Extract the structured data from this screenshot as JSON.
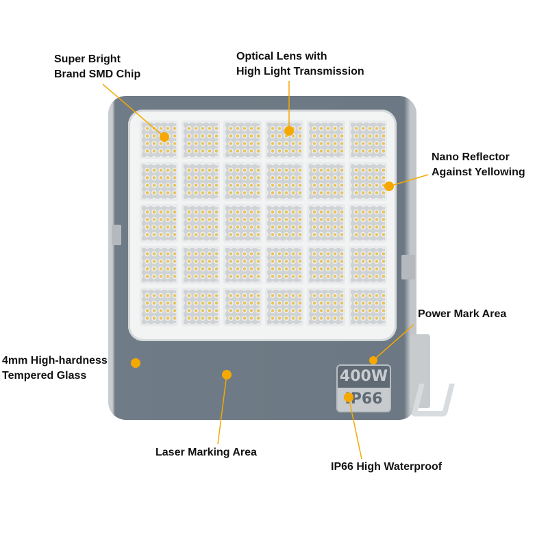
{
  "callouts": {
    "chip": {
      "line1": "Super Bright",
      "line2": "Brand SMD Chip"
    },
    "lens": {
      "line1": "Optical Lens with",
      "line2": "High Light Transmission"
    },
    "reflector": {
      "line1": "Nano Reflector",
      "line2": "Against Yellowing"
    },
    "power": {
      "line1": "Power Mark Area"
    },
    "glass": {
      "line1": "4mm High-hardness",
      "line2": "Tempered Glass"
    },
    "laser": {
      "line1": "Laser Marking Area"
    },
    "waterproof": {
      "line1": "IP66 High Waterproof"
    }
  },
  "plate": {
    "power": "400W",
    "rating": "IP66"
  },
  "colors": {
    "accent": "#f5a800",
    "housing": "#6f7b86"
  }
}
